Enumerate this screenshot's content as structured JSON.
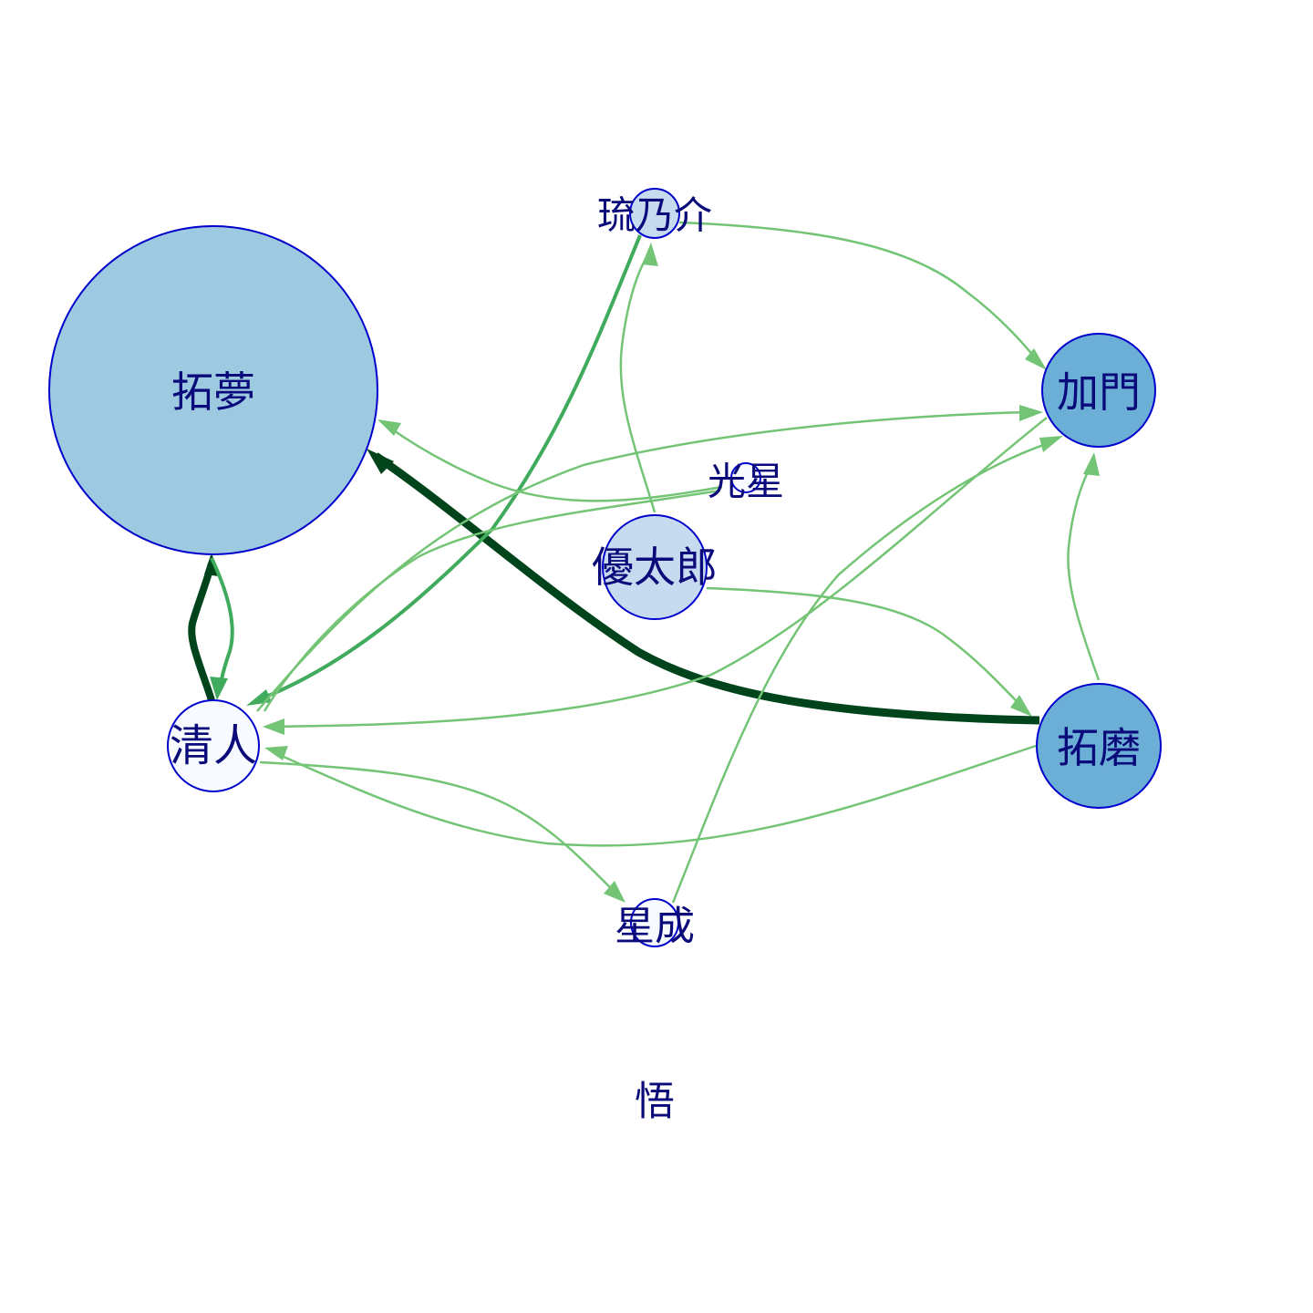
{
  "nodes": [
    {
      "id": "takumu",
      "label": "拓夢",
      "fill": "#9ecae1",
      "stroke": "#0000cc"
    },
    {
      "id": "runosuke",
      "label": "琉乃介",
      "fill": "#c6dbef",
      "stroke": "#0000cc"
    },
    {
      "id": "kamon",
      "label": "加門",
      "fill": "#6baed6",
      "stroke": "#0000cc"
    },
    {
      "id": "kosei",
      "label": "光星",
      "fill": "#f7fbff",
      "stroke": "#0000cc"
    },
    {
      "id": "yutaro",
      "label": "優太郎",
      "fill": "#c6dbef",
      "stroke": "#0000cc"
    },
    {
      "id": "kiyoto",
      "label": "清人",
      "fill": "#f7fbff",
      "stroke": "#0000cc"
    },
    {
      "id": "takuma",
      "label": "拓磨",
      "fill": "#6baed6",
      "stroke": "#0000cc"
    },
    {
      "id": "seina",
      "label": "星成",
      "fill": "#f7fbff",
      "stroke": "#0000cc"
    },
    {
      "id": "satoru",
      "label": "悟",
      "fill": "none",
      "stroke": "none"
    }
  ],
  "edges": [
    {
      "from": "takuma",
      "to": "takumu",
      "color": "#00441b"
    },
    {
      "from": "kiyoto",
      "to": "takumu",
      "color": "#00441b"
    },
    {
      "from": "takumu",
      "to": "kiyoto",
      "color": "#41ab5d"
    },
    {
      "from": "runosuke",
      "to": "kiyoto",
      "color": "#41ab5d"
    },
    {
      "from": "kosei",
      "to": "takumu",
      "color": "#74c476"
    },
    {
      "from": "runosuke",
      "to": "kamon",
      "color": "#74c476"
    },
    {
      "from": "yutaro",
      "to": "runosuke",
      "color": "#74c476"
    },
    {
      "from": "kiyoto",
      "to": "kamon",
      "color": "#74c476"
    },
    {
      "from": "kosei",
      "to": "kiyoto",
      "color": "#74c476"
    },
    {
      "from": "yutaro",
      "to": "takuma",
      "color": "#74c476"
    },
    {
      "from": "takuma",
      "to": "kamon",
      "color": "#74c476"
    },
    {
      "from": "seina",
      "to": "kamon",
      "color": "#74c476"
    },
    {
      "from": "kamon",
      "to": "kiyoto",
      "color": "#74c476"
    },
    {
      "from": "takuma",
      "to": "kiyoto",
      "color": "#74c476"
    },
    {
      "from": "kiyoto",
      "to": "seina",
      "color": "#74c476"
    }
  ]
}
